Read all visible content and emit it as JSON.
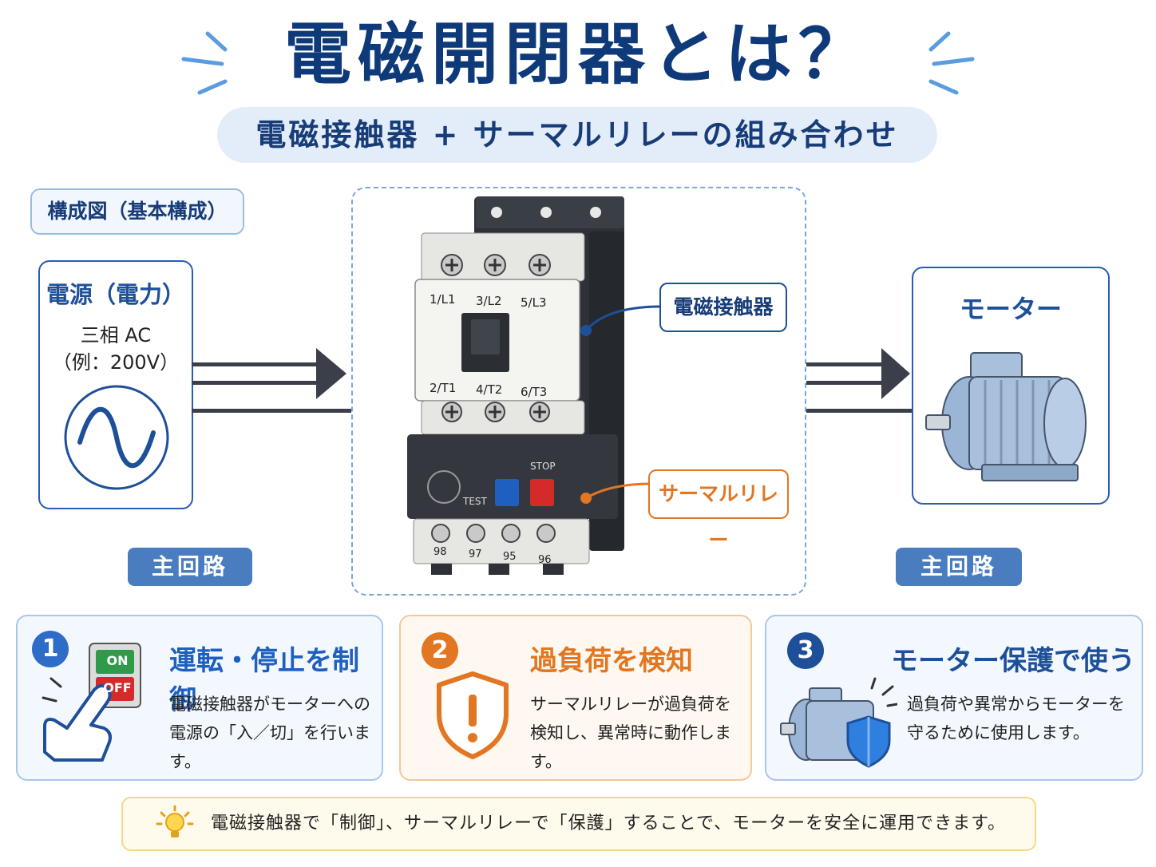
{
  "title": "電磁開閉器とは？",
  "subtitle": "電磁接触器 + サーマルリレーの組み合わせ",
  "diagram_label": "構成図（基本構成）",
  "source": {
    "title": "電源（電力）",
    "line1": "三相 AC",
    "line2": "（例：200V）"
  },
  "motor": {
    "title": "モーター"
  },
  "main_circuit_left": "主回路",
  "main_circuit_right": "主回路",
  "device": {
    "contactor_callout": "電磁接触器",
    "relay_callout": "サーマルリレー",
    "top_terminals": [
      "1/L1",
      "3/L2",
      "5/L3"
    ],
    "bottom_terminals": [
      "2/T1",
      "4/T2",
      "6/T3"
    ],
    "relay_terminals": [
      "98",
      "97",
      "95",
      "96"
    ],
    "stop_label": "STOP",
    "test_label": "TEST"
  },
  "cards": [
    {
      "num": "1",
      "title": "運転・停止を制御",
      "text1": "電磁接触器がモーターへの",
      "text2": "電源の「入／切」を行います。",
      "on": "ON",
      "off": "OFF"
    },
    {
      "num": "2",
      "title": "過負荷を検知",
      "text1": "サーマルリレーが過負荷を",
      "text2": "検知し、異常時に動作します。"
    },
    {
      "num": "3",
      "title": "モーター保護で使う",
      "text1": "過負荷や異常からモーターを",
      "text2": "守るために使用します。"
    }
  ],
  "tip": "電磁接触器で「制御」、サーマルリレーで「保護」することで、モーターを安全に運用できます。",
  "colors": {
    "navy": "#0f3a7a",
    "blue": "#2a5bb5",
    "orange": "#e27622",
    "pill": "#4a7dc0"
  }
}
